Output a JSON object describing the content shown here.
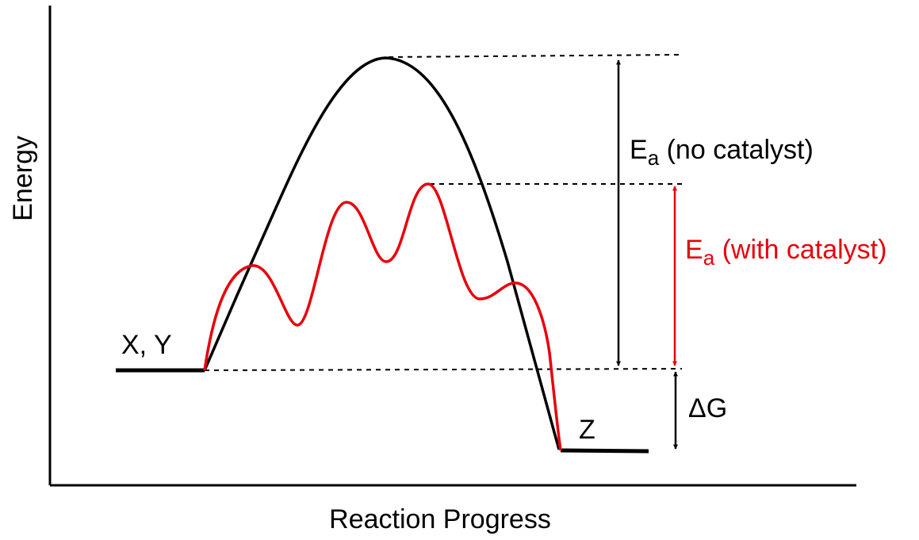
{
  "axes": {
    "y_label": "Energy",
    "x_label": "Reaction Progress"
  },
  "labels": {
    "reactants": "X, Y",
    "product": "Z",
    "ea_no_catalyst_symbol": "E",
    "ea_no_catalyst_subscript": "a",
    "ea_no_catalyst_text": " (no catalyst)",
    "ea_with_catalyst_symbol": "E",
    "ea_with_catalyst_subscript": "a",
    "ea_with_catalyst_text": " (with catalyst)",
    "delta_g": "ΔG"
  },
  "colors": {
    "uncatalyzed_curve": "#000000",
    "catalyzed_curve": "#e8000b",
    "axes": "#000000",
    "guide_lines": "#000000"
  }
}
